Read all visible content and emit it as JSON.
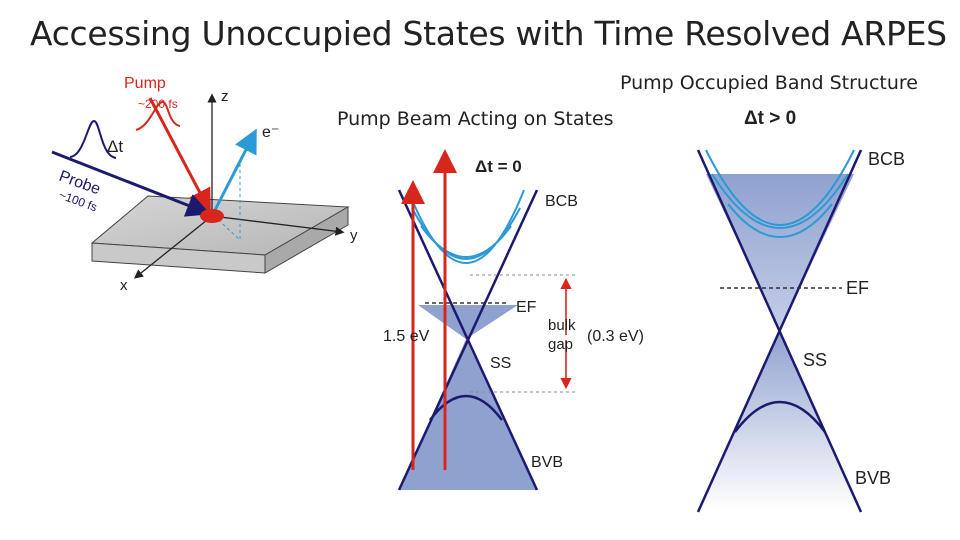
{
  "slide": {
    "title": "Accessing Unoccupied States with Time Resolved ARPES",
    "caption_right": "Pump Occupied Band Structure",
    "caption_left": "Pump Beam Acting on States"
  },
  "setup": {
    "pump_label": "Pump",
    "pump_duration": "~200 fs",
    "probe_label": "Probe",
    "probe_duration": "~100 fs",
    "delay_label": "Δt",
    "axis_x": "x",
    "axis_y": "y",
    "axis_z": "z",
    "electron_label": "e⁻"
  },
  "band_left": {
    "delay_label": "Δt = 0",
    "bcb": "BCB",
    "ef": "EF",
    "ss": "SS",
    "bvb": "BVB",
    "photon_energy": "1.5 eV",
    "gap_label_1": "bulk",
    "gap_label_2": "gap",
    "gap_value": "(0.3 eV)"
  },
  "band_right": {
    "delay_label": "Δt > 0",
    "bcb": "BCB",
    "ef": "EF",
    "ss": "SS",
    "bvb": "BVB"
  },
  "colors": {
    "pump_red": "#d9261c",
    "probe_navy": "#1c1a6e",
    "band_light_blue": "#2b9ad6",
    "fill_blue": "#8fa1cf"
  }
}
